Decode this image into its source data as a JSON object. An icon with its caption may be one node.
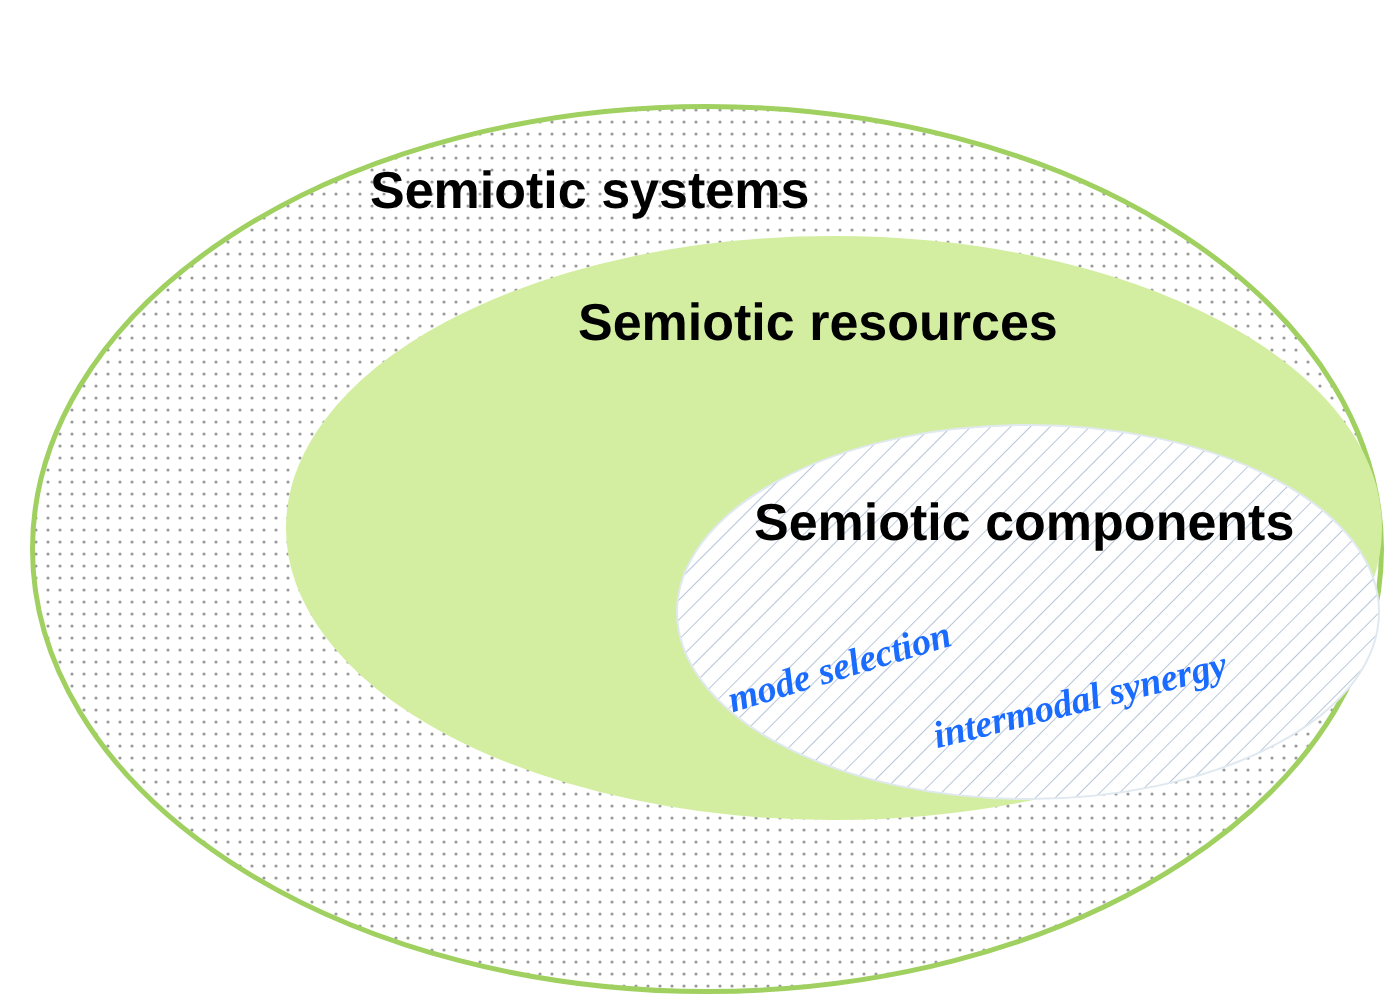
{
  "diagram": {
    "nodes": [
      {
        "text": [
          "Semiotic systems"
        ]
      },
      {
        "text": [
          "Semiotic resources"
        ],
        "in": 0
      },
      {
        "text": [
          "Semiotic components"
        ],
        "in": 1
      }
    ],
    "labels": [
      "mode selection",
      "intermodal synergy"
    ]
  }
}
